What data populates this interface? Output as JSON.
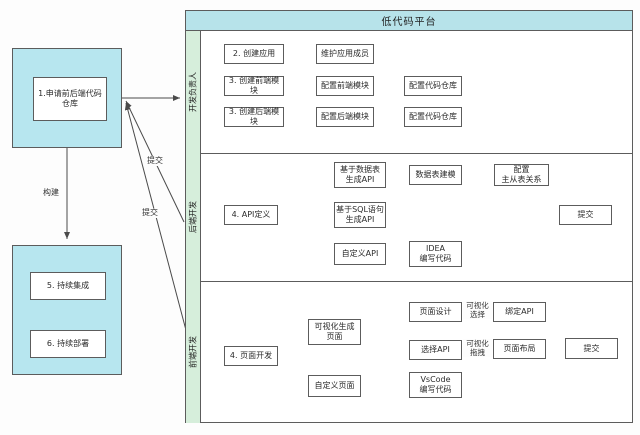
{
  "colors": {
    "box_fill_cyan": "#b7e6ef",
    "title_bar_fill": "#b7e3ea",
    "lane_bar_fill": "#d6eedb",
    "line": "#4a4a4a"
  },
  "platform": {
    "title": "低代码平台"
  },
  "left_flow": {
    "repo_box": "1.申请前后端代码\n仓库",
    "ci_box": "5. 持续集成",
    "cd_box": "6. 持续部署",
    "build_label": "构建",
    "submit_label_top": "提交",
    "submit_label_bottom": "提交"
  },
  "lane_dev_lead": {
    "label": "开发负责人",
    "create_app": "2. 创建应用",
    "maintain_members": "维护应用成员",
    "create_frontend": "3. 创建前端模块",
    "config_frontend": "配置前端模块",
    "config_repo_frontend": "配置代码仓库",
    "create_backend": "3. 创建后端模块",
    "config_backend": "配置后端模块",
    "config_repo_backend": "配置代码仓库"
  },
  "lane_backend": {
    "label": "后端开发",
    "api_definition": "4. API定义",
    "api_from_table": "基于数据表\n生成API",
    "api_from_sql": "基于SQL语句\n生成API",
    "api_custom": "自定义API",
    "table_modeling": "数据表建模",
    "master_slave_config": "配置\n主从表关系",
    "idea_coding": "IDEA\n编写代码",
    "submit": "提交"
  },
  "lane_frontend": {
    "label": "前端开发",
    "page_dev": "4. 页面开发",
    "visual_gen_page": "可视化生成\n页面",
    "custom_page": "自定义页面",
    "page_design": "页面设计",
    "visual_select_label": "可视化\n选择",
    "bind_api": "绑定API",
    "select_api": "选择API",
    "visual_drag_label": "可视化\n拖拽",
    "page_layout": "页面布局",
    "vscode_coding": "VsCode\n编写代码",
    "submit": "提交"
  }
}
